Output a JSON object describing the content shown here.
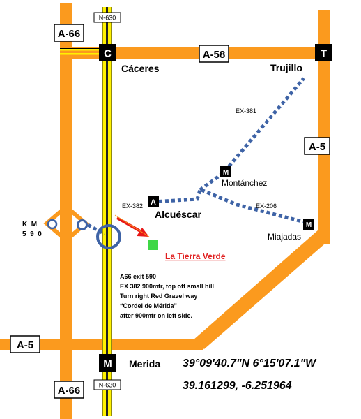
{
  "roads": {
    "a66_top": "A-66",
    "a66_bottom": "A-66",
    "a58": "A-58",
    "a5_right": "A-5",
    "a5_left": "A-5",
    "n630_top": "N-630",
    "n630_bottom": "N-630",
    "ex381": "EX-381",
    "ex382": "EX-382",
    "ex206": "EX-206"
  },
  "markers": {
    "caceres": "C",
    "trujillo": "T",
    "montanchez": "M",
    "alcuescar": "A",
    "miajadas": "M",
    "merida": "M"
  },
  "places": {
    "caceres": "Cáceres",
    "trujillo": "Trujillo",
    "montanchez": "Montánchez",
    "alcuescar": "Alcuéscar",
    "miajadas": "Miajadas",
    "merida": "Merida",
    "destination": "La Tierra Verde"
  },
  "km_marker": {
    "line1": "K  M",
    "line2": "5  9  0"
  },
  "directions": [
    "A66 exit 590",
    "EX 382 900mtr, top off small hill",
    "Turn right Red Gravel way",
    "“Cordel de Mérida”",
    "after 900mtr on left side."
  ],
  "coordinates": {
    "dms": "39°09'40.7\"N 6°15'07.1\"W",
    "decimal": "39.161299, -6.251964"
  },
  "colors": {
    "road": "#FB9A1E",
    "dotted": "#3E63A6",
    "rail_yellow": "#FFF100",
    "destination": "#E02020",
    "marker_green": "#3FD746",
    "arrow": "#E81818"
  }
}
